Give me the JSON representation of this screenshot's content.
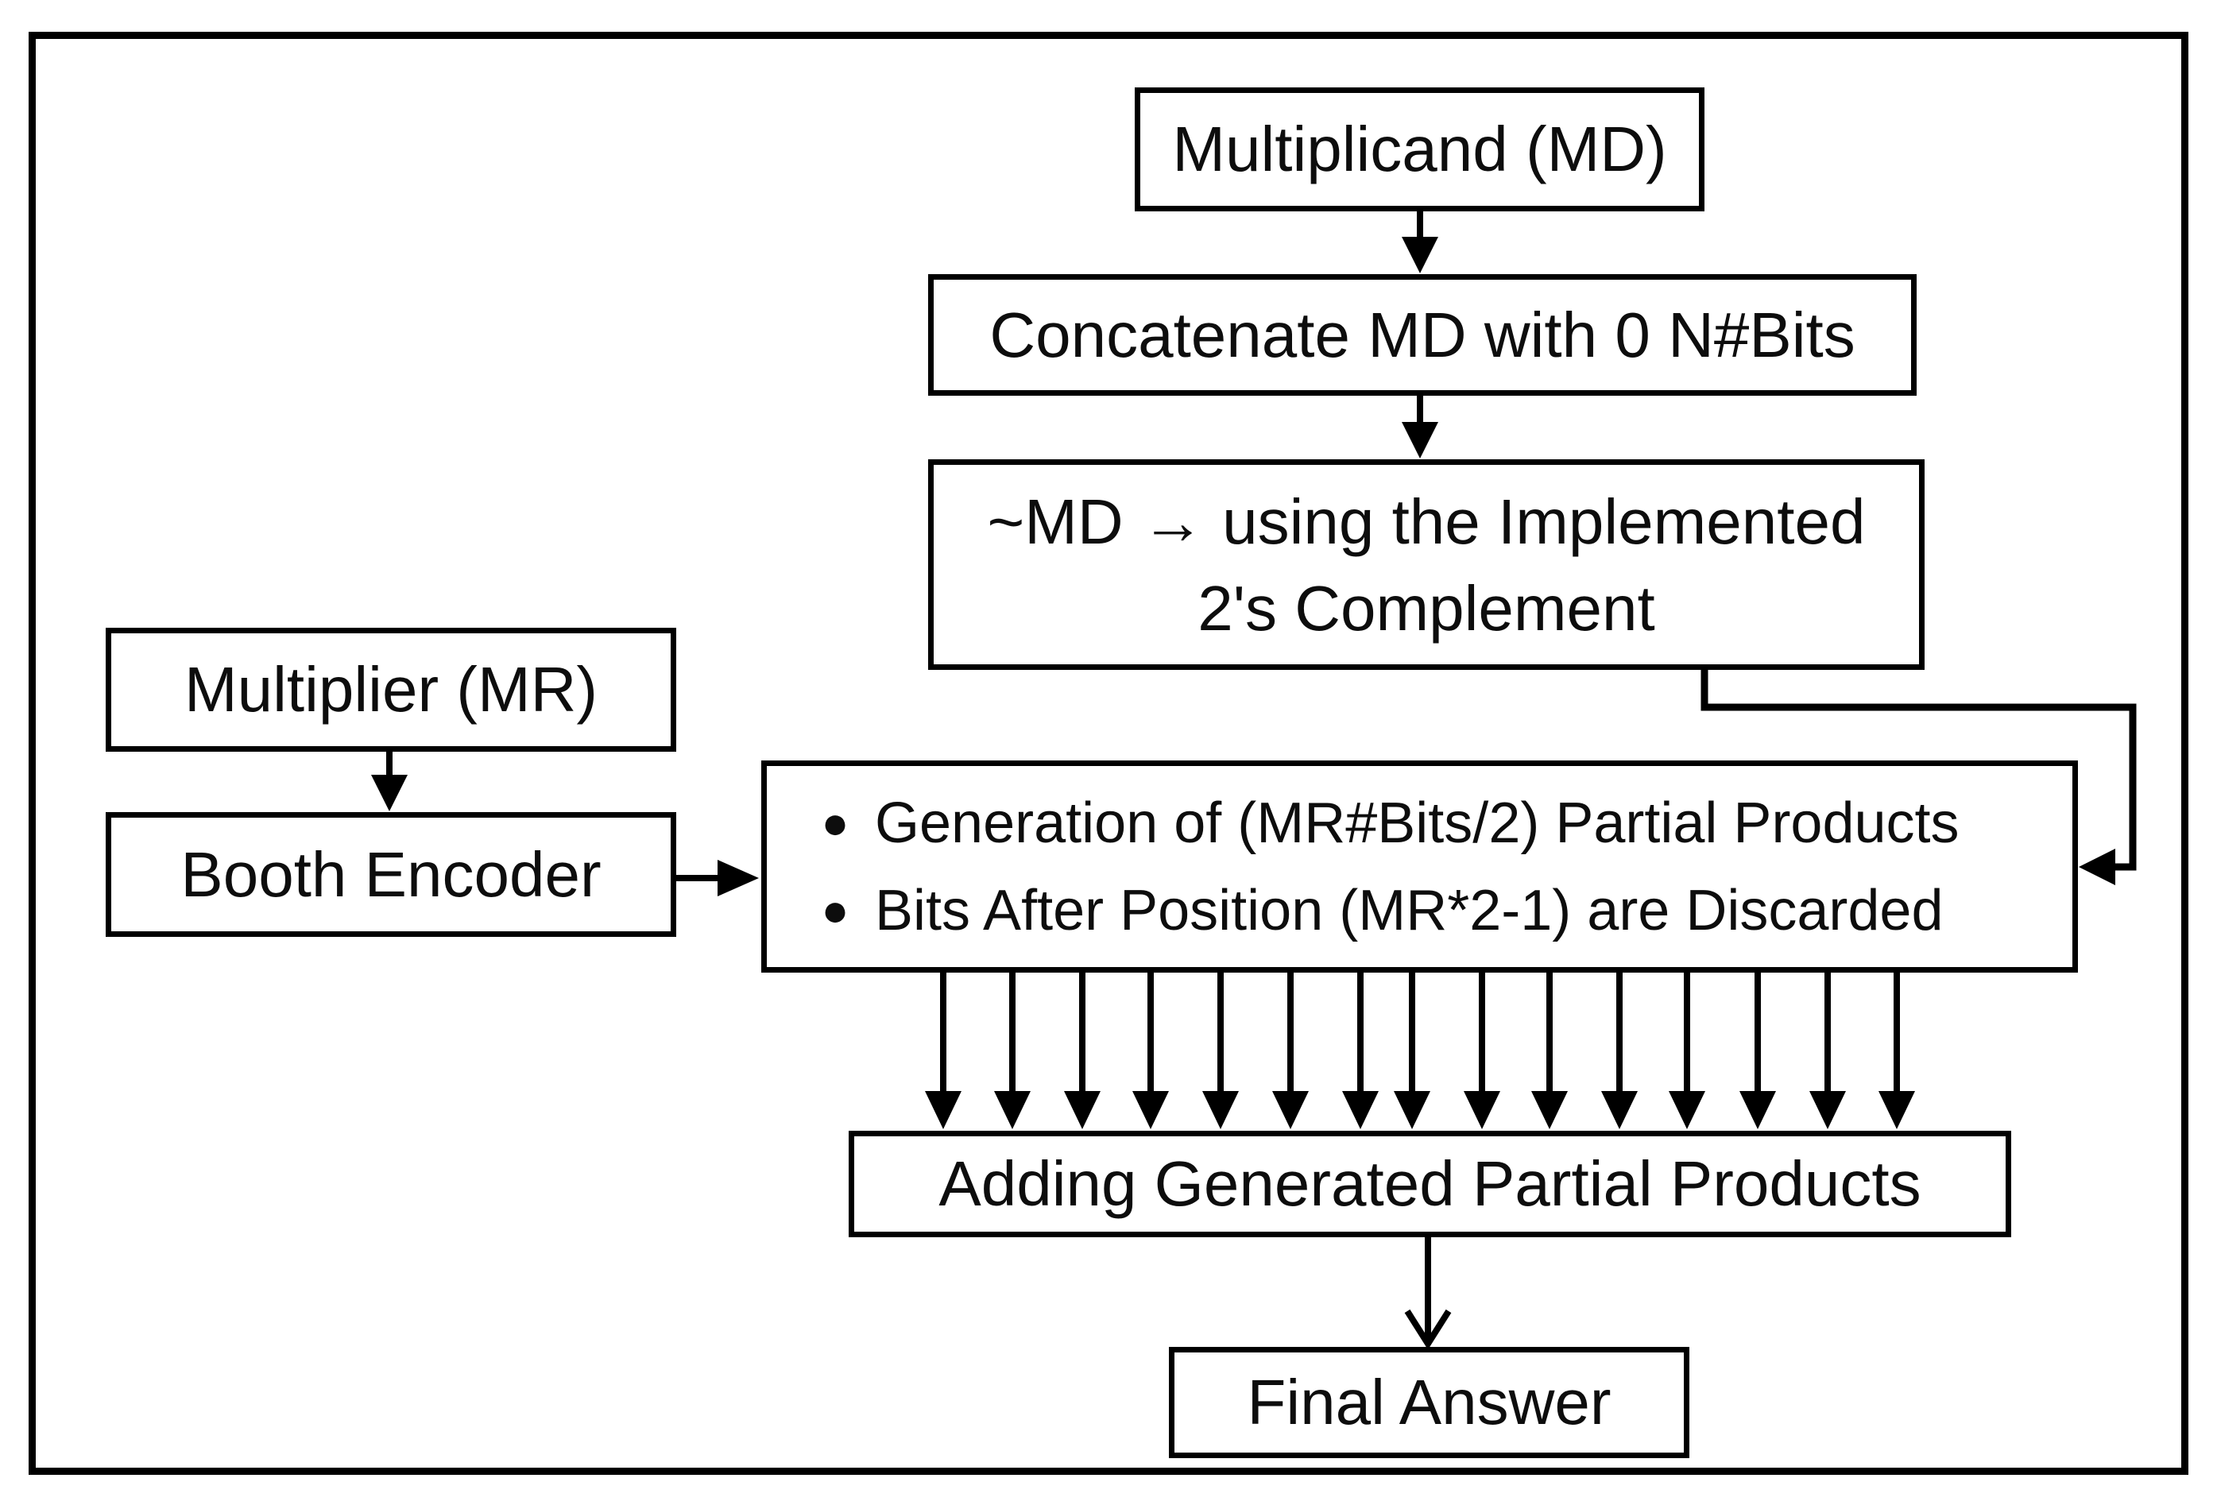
{
  "diagram": {
    "title_context": "Booth multiplier algorithm flowchart",
    "boxes": {
      "multiplicand": "Multiplicand (MD)",
      "concatenate": "Concatenate MD with 0 N#Bits",
      "complement_line1": "~MD → using the Implemented",
      "complement_line2": "2's Complement",
      "multiplier": "Multiplier (MR)",
      "booth_encoder": "Booth Encoder",
      "partial_products_bullets": [
        "Generation of (MR#Bits/2) Partial Products",
        "Bits After Position (MR*2-1) are Discarded"
      ],
      "adding": "Adding Generated Partial Products",
      "final_answer": "Final Answer"
    },
    "bullet_glyph": "●",
    "arrow_count_partial_products": 15,
    "colors": {
      "line": "#000000",
      "background": "#ffffff",
      "text": "#0d0d0d"
    }
  }
}
